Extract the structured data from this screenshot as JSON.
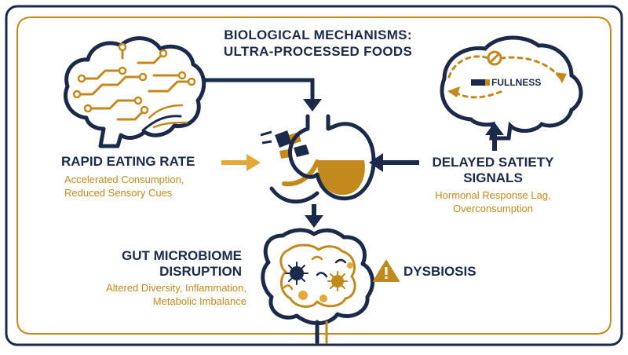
{
  "title": {
    "line1": "BIOLOGICAL MECHANISMS:",
    "line2": "ULTRA-PROCESSED FOODS"
  },
  "rapid_eating": {
    "heading": "RAPID EATING RATE",
    "detail_line1": "Accelerated Consumption,",
    "detail_line2": "Reduced Sensory Cues"
  },
  "delayed_satiety": {
    "heading_line1": "DELAYED SATIETY",
    "heading_line2": "SIGNALS",
    "detail_line1": "Hormonal Response Lag,",
    "detail_line2": "Overconsumption"
  },
  "gut": {
    "heading_line1": "GUT MICROBIOME",
    "heading_line2": "DISRUPTION",
    "detail_line1": "Altered Diversity, Inflammation,",
    "detail_line2": "Metabolic Imbalance"
  },
  "fullness_label": "FULLNESS",
  "dysbiosis_label": "DYSBIOSIS",
  "colors": {
    "navy": "#1b2a4a",
    "gold": "#c28a1c",
    "light_gold": "#e3a93a"
  },
  "icons": [
    "brain-icon",
    "stomach-icon",
    "intestine-icon",
    "fullness-brain-icon",
    "warning-icon",
    "food-pieces-icon"
  ]
}
